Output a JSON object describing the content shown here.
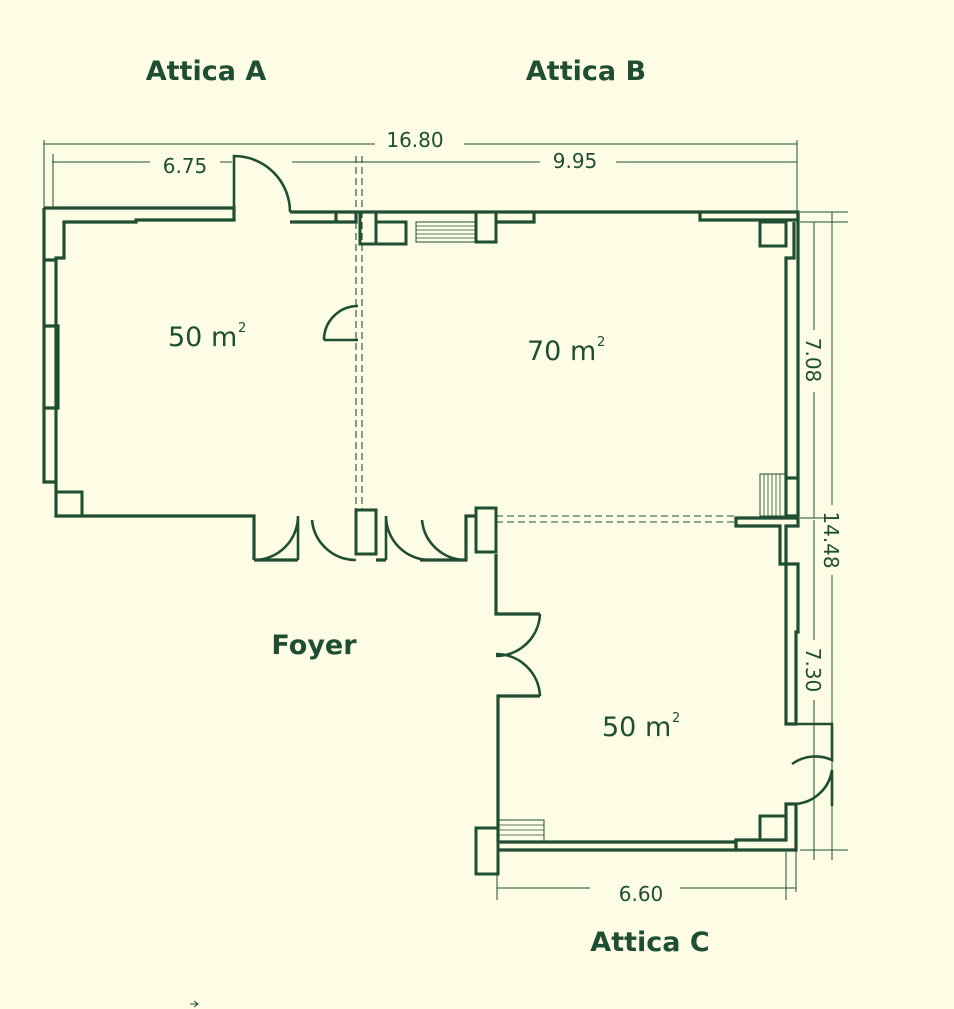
{
  "rooms": {
    "attica_a": {
      "name": "Attica A",
      "area": "50 m",
      "area_unit_sup": "2"
    },
    "attica_b": {
      "name": "Attica B",
      "area": "70 m",
      "area_unit_sup": "2"
    },
    "attica_c": {
      "name": "Attica C",
      "area": "50 m",
      "area_unit_sup": "2"
    },
    "foyer": {
      "name": "Foyer"
    }
  },
  "dimensions": {
    "total_width": "16.80",
    "attica_a_width": "6.75",
    "attica_b_width": "9.95",
    "attica_b_depth": "7.08",
    "total_depth": "14.48",
    "attica_c_depth": "7.30",
    "attica_c_width": "6.60"
  },
  "colors": {
    "line": "#1f4e33",
    "background": "#fdfde6"
  }
}
